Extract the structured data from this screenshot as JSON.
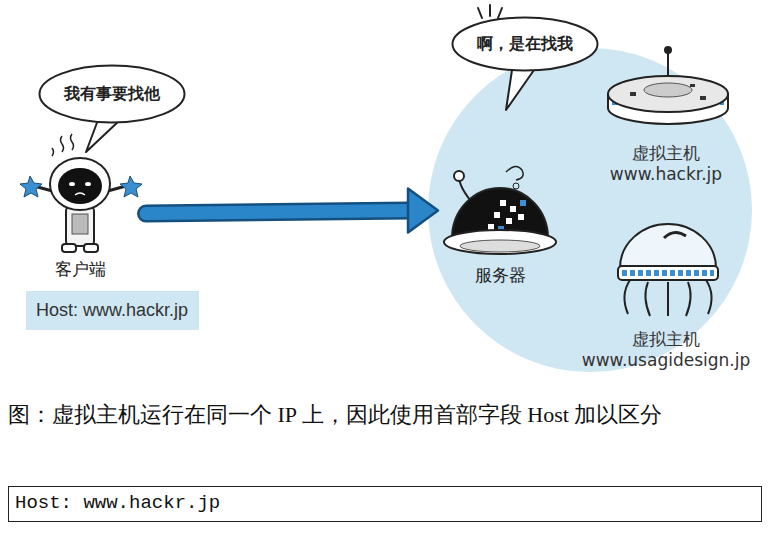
{
  "diagram": {
    "caption": "图：虚拟主机运行在同一个 IP 上，因此使用首部字段 Host 加以区分",
    "nodes": [
      {
        "text": [
          "我有事要找他"
        ]
      },
      {
        "text": [
          "啊，是在找我"
        ]
      },
      {
        "text": [
          "客户端"
        ]
      },
      {
        "text": [
          "服务器"
        ]
      },
      {
        "text": [
          "虚拟主机 www.hackr.jp"
        ]
      },
      {
        "text": [
          "Host: www.hackr.jp"
        ]
      },
      {
        "text": [
          "虚拟主机 www.usagidesign.jp"
        ]
      },
      {
        "text": [
          "Host: www.hackr.jp"
        ]
      }
    ],
    "edges": [
      {
        "from": 2,
        "to": 3,
        "arrow": "to"
      }
    ]
  }
}
